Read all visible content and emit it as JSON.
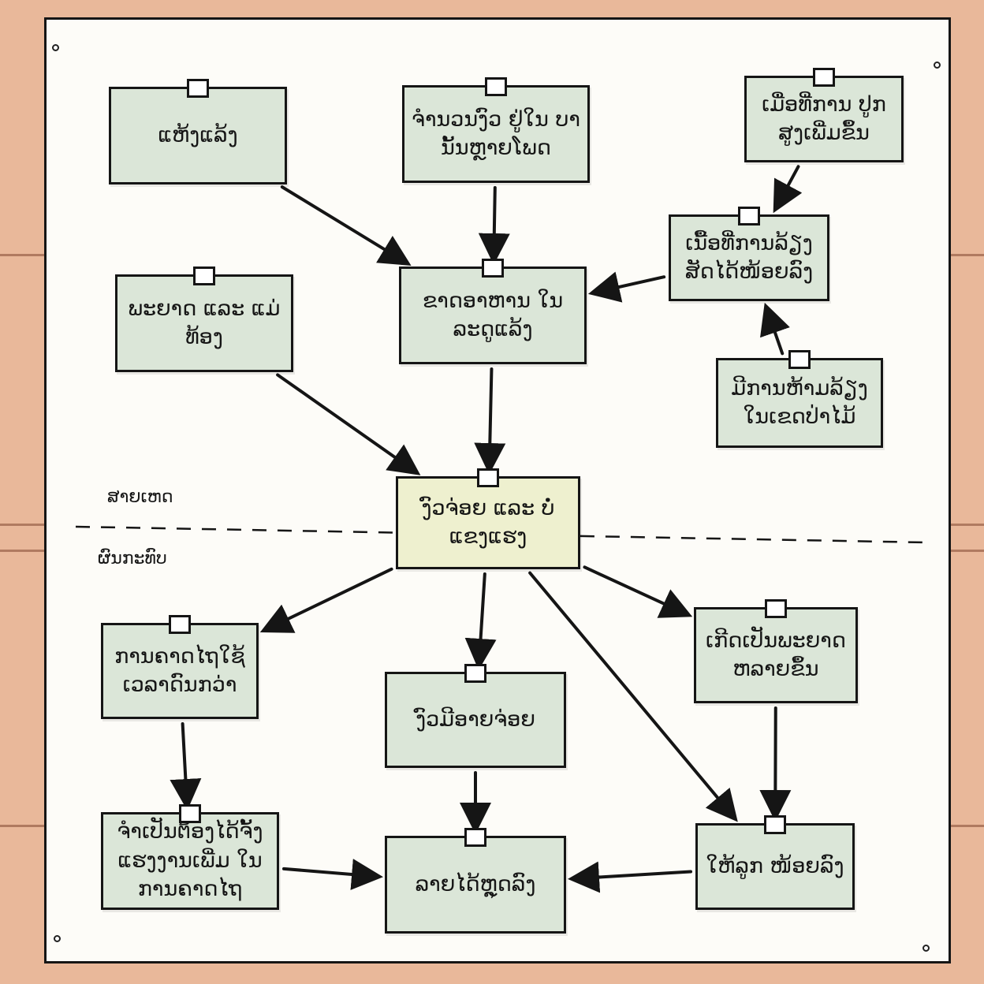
{
  "diagram": {
    "nodes": [
      {
        "id": "n1",
        "label": "ແຫ້ງແລ້ງ"
      },
      {
        "id": "n2",
        "label": "ຈຳນວນງົວ ຢູ່ໃນ ບານັ້ນຫຼາຍໂພດ"
      },
      {
        "id": "n3",
        "label": "ເມື່ອທີ່ການ ປູກ ສູງເພີ່ມຂຶ້ນ"
      },
      {
        "id": "n4",
        "label": "ເນື້ອທີ່ການລ້ຽງ ສັດໄດ້ໜ້ອຍລົງ"
      },
      {
        "id": "n5",
        "label": "ພະຍາດ ແລະ ແມ່ທ້ອງ"
      },
      {
        "id": "n6",
        "label": "ຂາດອາຫານ ໃນລະດູແລ້ງ"
      },
      {
        "id": "n7",
        "label": "ມີການຫ້າມລ້ຽງ ໃນເຂດປ່າໄມ້"
      },
      {
        "id": "n8",
        "label": "ງົວຈ່ອຍ ແລະ ບໍ່ແຂງແຮງ"
      },
      {
        "id": "n9",
        "label": "ການຄາດໄຖໃຊ້ ເວລາດົນກວ່າ"
      },
      {
        "id": "n10",
        "label": "ງົວມີອາຍຈ່ອຍ"
      },
      {
        "id": "n11",
        "label": "ເກີດເປັນພະຍາດ ຫລາຍຂຶ້ນ"
      },
      {
        "id": "n12",
        "label": "ຈຳເປັນຕ້ອງໄດ້ຈັ້ງ ແຮງງານເພີ່ມ ໃນການຄາດໄຖ"
      },
      {
        "id": "n13",
        "label": "ລາຍໄດ້ຫຼຸດລົງ"
      },
      {
        "id": "n14",
        "label": "ໃຫ້ລູກ ໜ້ອຍລົງ"
      }
    ],
    "edges": [
      {
        "from": "n1",
        "to": "n6"
      },
      {
        "from": "n2",
        "to": "n6"
      },
      {
        "from": "n3",
        "to": "n4"
      },
      {
        "from": "n4",
        "to": "n6"
      },
      {
        "from": "n7",
        "to": "n4"
      },
      {
        "from": "n5",
        "to": "n8"
      },
      {
        "from": "n6",
        "to": "n8"
      },
      {
        "from": "n8",
        "to": "n9"
      },
      {
        "from": "n8",
        "to": "n10"
      },
      {
        "from": "n8",
        "to": "n11"
      },
      {
        "from": "n8",
        "to": "n14"
      },
      {
        "from": "n9",
        "to": "n12"
      },
      {
        "from": "n10",
        "to": "n13"
      },
      {
        "from": "n11",
        "to": "n14"
      },
      {
        "from": "n12",
        "to": "n13"
      },
      {
        "from": "n14",
        "to": "n13"
      }
    ],
    "sections": {
      "causes_label": "ສາຍເຫດ",
      "effects_label": "ຜົນກະທົບ"
    }
  }
}
